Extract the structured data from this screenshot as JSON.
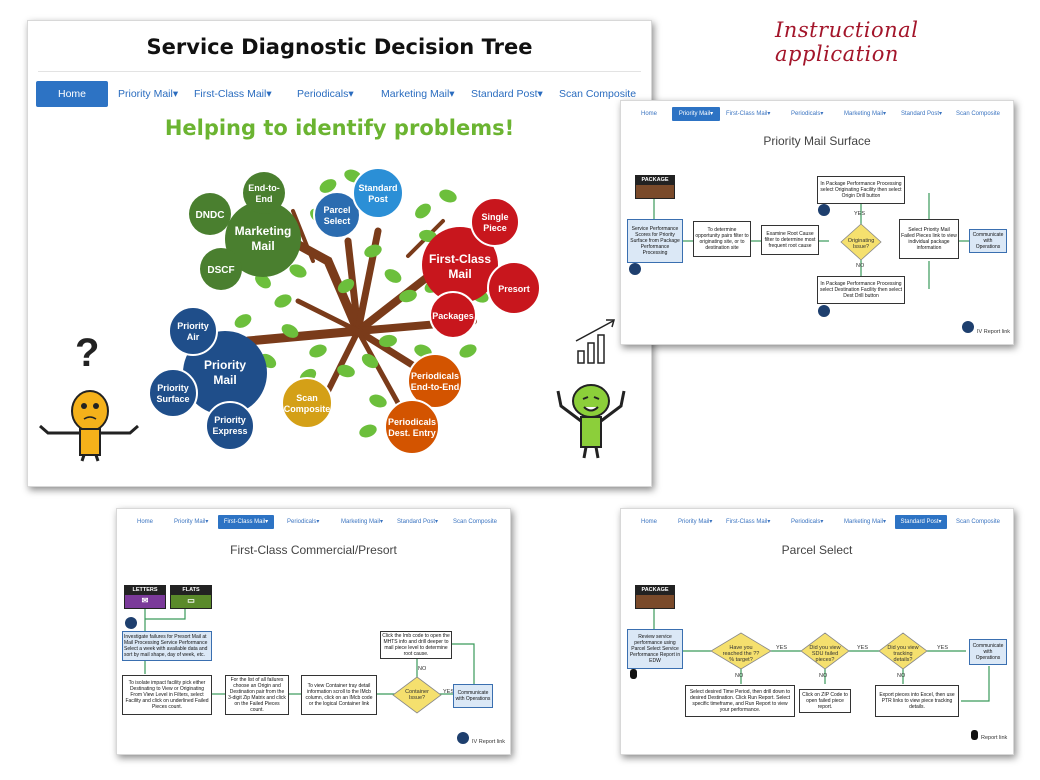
{
  "tagline": "Instructional application",
  "nav": {
    "items": [
      "Home",
      "Priority Mail",
      "First-Class Mail",
      "Periodicals",
      "Marketing Mail",
      "Standard Post",
      "Scan Composite"
    ],
    "dropdown_flags": [
      false,
      true,
      true,
      true,
      true,
      true,
      false
    ]
  },
  "main": {
    "title": "Service Diagnostic Decision Tree",
    "headline": "Helping to identify problems!",
    "nodes": {
      "marketing_mail": "Marketing Mail",
      "end_to_end": "End-to-End",
      "dndc": "DNDC",
      "dscf": "DSCF",
      "parcel_select": "Parcel Select",
      "standard_post": "Standard Post",
      "first_class_mail": "First-Class Mail",
      "single_piece": "Single Piece",
      "presort": "Presort",
      "packages": "Packages",
      "priority_mail": "Priority Mail",
      "priority_air": "Priority Air",
      "priority_surface": "Priority Surface",
      "priority_express": "Priority Express",
      "scan_composite": "Scan Composite",
      "periodicals_end_to_end": "Periodicals End-to-End",
      "periodicals_dest_entry": "Periodicals Dest. Entry"
    },
    "colors": {
      "green": "#4a7f2f",
      "blue": "#2b6cb0",
      "red": "#c8161d",
      "navy": "#1f4e8a",
      "orange": "#d35400",
      "gold": "#d4a017",
      "leaf": "#6cbf3c",
      "trunk": "#7a3b1a",
      "headline": "#6bb431"
    }
  },
  "priority_card": {
    "title": "Priority Mail Surface",
    "package_tag": "PACKAGE",
    "start_box": "Service Performance Scores for Priority Surface from Package Performance Processing",
    "box2": "To determine opportunity pairs filter to originating site, or to destination site",
    "box3": "Examine Root Cause filter to determine most frequent root cause",
    "decision": "Originating Issue?",
    "yes_box": "In Package Performance Processing select Originating Facility then select Origin Drill button",
    "no_box": "In Package Performance Processing select Destination Facility then select Dest Drill button",
    "select_box": "Select Priority Mail Failed Pieces link to view individual package information",
    "end_box": "Communicate with Operations",
    "yes": "YES",
    "no": "NO",
    "report": "IV Report link"
  },
  "firstclass_card": {
    "title": "First-Class Commercial/Presort",
    "tag_letters": "LETTERS",
    "tag_flats": "FLATS",
    "start_box": "Investigate failures for Presort Mail at Mail Processing Service Performance Select a week with available data and sort by mail shape, day of week, etc.",
    "box2": "To isolate impact facility pick either Destinating to View or Originating From View Level in Filters, select Facility and click on underlined Failed Pieces count.",
    "box3": "For the list of all failures choose an Origin and Destination pair from the 3-digit Zip Matrix and click on the Failed Pieces count.",
    "box4": "To view Container tray detail information scroll to the IMcb column, click on an IMcb code or the logical Container link",
    "decision": "Container Issue?",
    "top_box": "Click the Imb code to open the MHTS info and drill deeper to mail piece level to determine root cause.",
    "end_box": "Communicate with Operations",
    "yes": "YES",
    "no": "NO",
    "report": "IV Report link"
  },
  "parcel_card": {
    "title": "Parcel Select",
    "package_tag": "PACKAGE",
    "start_box": "Review service performance using Parcel Select Service Performance Report in EDW",
    "d1": "Have you reached the ??% target?",
    "d2": "Did you view SDU failed pieces?",
    "d3": "Did you view tracking details?",
    "n1": "Select desired Time Period, then drill down to desired Destination. Click Run Report. Select specific timeframe, and Run Report to view your performance.",
    "n2": "Click on ZIP Code to open failed piece report.",
    "n3": "Export pieces into Excel, then use PTR links to view piece tracking details.",
    "end_box": "Communicate with Operations",
    "yes": "YES",
    "no": "NO",
    "report": "Report link"
  }
}
